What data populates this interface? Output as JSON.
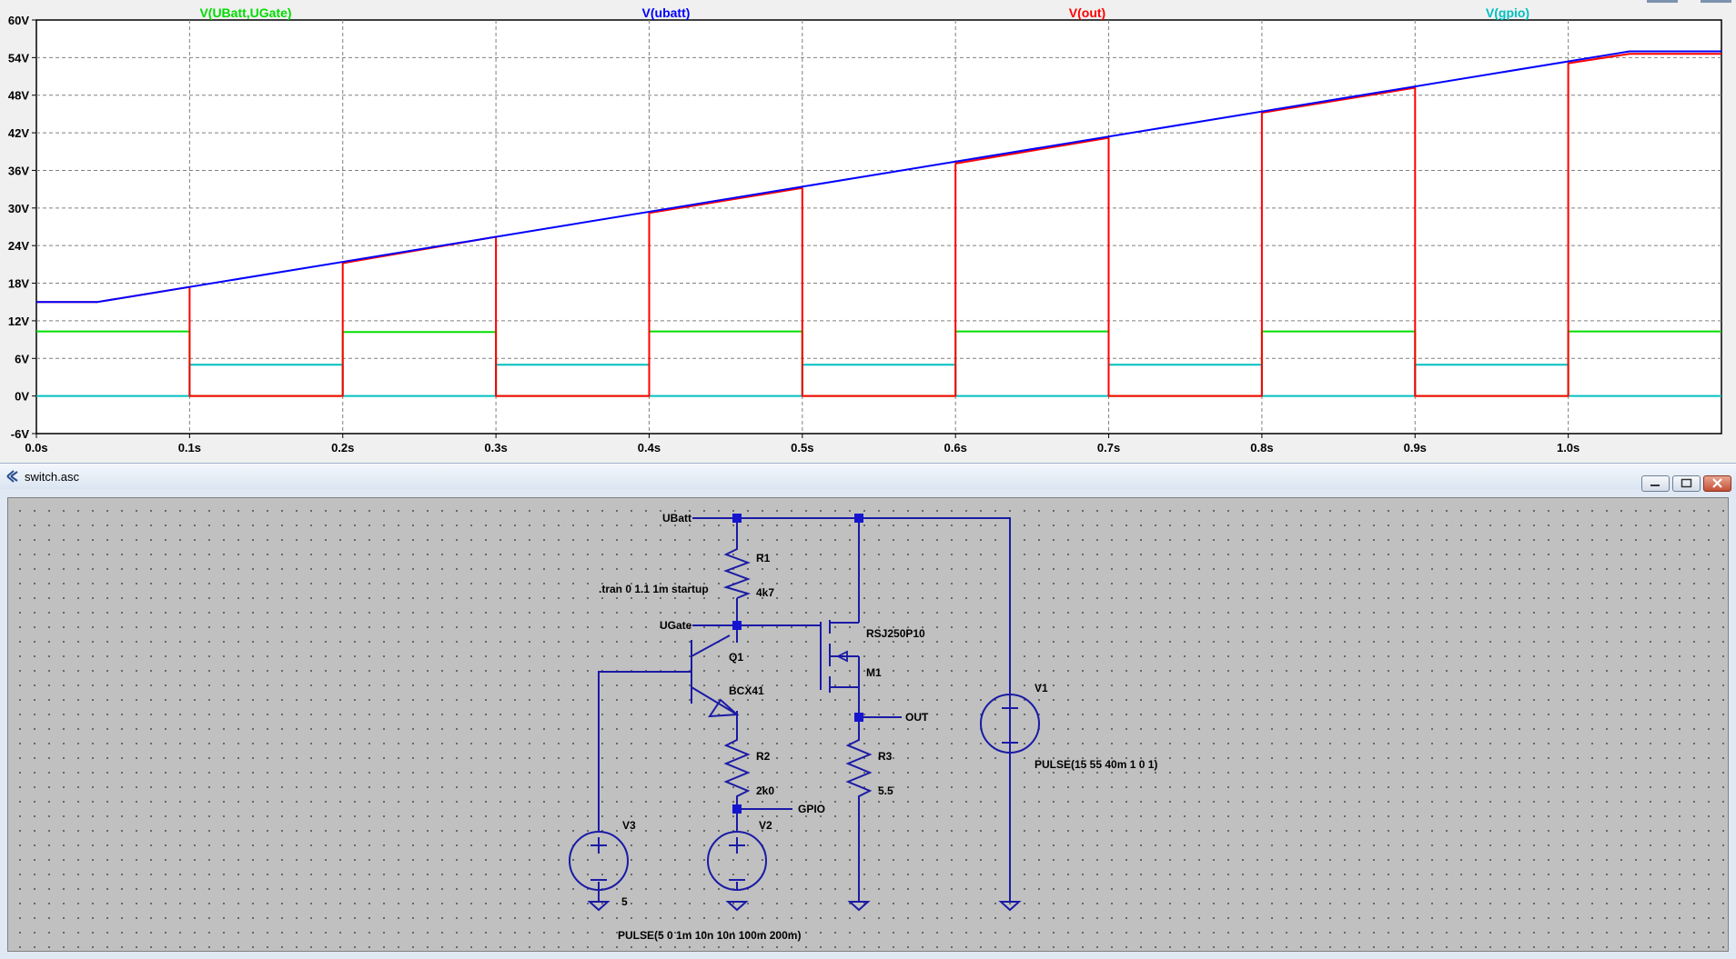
{
  "plot": {
    "traces": [
      {
        "expr": "V(UBatt,UGate)",
        "color": "#00dd00"
      },
      {
        "expr": "V(ubatt)",
        "color": "#0000ff"
      },
      {
        "expr": "V(out)",
        "color": "#ff0000"
      },
      {
        "expr": "V(gpio)",
        "color": "#00bfbf"
      }
    ],
    "y_ticks": [
      "60V",
      "54V",
      "48V",
      "42V",
      "36V",
      "30V",
      "24V",
      "18V",
      "12V",
      "6V",
      "0V",
      "-6V"
    ],
    "x_ticks": [
      "0.0s",
      "0.1s",
      "0.2s",
      "0.3s",
      "0.4s",
      "0.5s",
      "0.6s",
      "0.7s",
      "0.8s",
      "0.9s",
      "1.0s"
    ]
  },
  "chart_data": {
    "type": "line",
    "xlabel": "",
    "ylabel": "",
    "xlim": [
      0,
      1.1
    ],
    "ylim": [
      -6,
      60
    ],
    "grid": true,
    "legend": "top",
    "series": [
      {
        "name": "V(UBatt,UGate)",
        "color": "#00dd00",
        "x": [
          0,
          0.1,
          0.1,
          0.2,
          0.2,
          0.3,
          0.3,
          0.4,
          0.4,
          0.5,
          0.5,
          0.6,
          0.6,
          0.7,
          0.7,
          0.8,
          0.8,
          0.9,
          0.9,
          1.0,
          1.0,
          1.1
        ],
        "y": [
          10.3,
          10.3,
          0,
          0,
          10.2,
          10.2,
          0,
          0,
          10.3,
          10.3,
          0,
          0,
          10.3,
          10.3,
          0,
          0,
          10.3,
          10.3,
          0,
          0,
          10.3,
          10.3
        ]
      },
      {
        "name": "V(ubatt)",
        "color": "#0000ff",
        "x": [
          0,
          0.04,
          1.04,
          1.1
        ],
        "y": [
          15,
          15,
          55,
          55
        ]
      },
      {
        "name": "V(out)",
        "color": "#ff0000",
        "x": [
          0,
          0.04,
          0.1,
          0.1,
          0.2,
          0.2,
          0.3,
          0.3,
          0.4,
          0.4,
          0.5,
          0.5,
          0.6,
          0.6,
          0.7,
          0.7,
          0.8,
          0.8,
          0.9,
          0.9,
          1.0,
          1.0,
          1.04,
          1.1
        ],
        "y": [
          15,
          15,
          17.4,
          0,
          0,
          21.2,
          25.4,
          0,
          0,
          29.2,
          33.2,
          0,
          0,
          37.1,
          41.2,
          0,
          0,
          45.2,
          49.2,
          0,
          0,
          53.1,
          54.6,
          54.6
        ]
      },
      {
        "name": "V(gpio)",
        "color": "#00bfbf",
        "x": [
          0,
          0.1,
          0.1,
          0.2,
          0.2,
          0.3,
          0.3,
          0.4,
          0.4,
          0.5,
          0.5,
          0.6,
          0.6,
          0.7,
          0.7,
          0.8,
          0.8,
          0.9,
          0.9,
          1.0,
          1.0,
          1.1
        ],
        "y": [
          0,
          0,
          5,
          5,
          0,
          0,
          5,
          5,
          0,
          0,
          5,
          5,
          0,
          0,
          5,
          5,
          0,
          0,
          5,
          5,
          0,
          0
        ]
      }
    ]
  },
  "window": {
    "title": "switch.asc"
  },
  "schematic": {
    "net_ubatt": "UBatt",
    "net_ugate": "UGate",
    "net_out": "OUT",
    "net_gpio": "GPIO",
    "directive": ".tran 0 1.1 1m startup",
    "r1_name": "R1",
    "r1_value": "4k7",
    "r2_name": "R2",
    "r2_value": "2k0",
    "r3_name": "R3",
    "r3_value": "5.5",
    "q1_name": "Q1",
    "q1_model": "BCX41",
    "m1_name": "M1",
    "m1_model": "RSJ250P10",
    "v1_name": "V1",
    "v1_value": "PULSE(15 55 40m 1 0 1)",
    "v2_name": "V2",
    "v2_value": "PULSE(5 0 1m 10n 10n 100m 200m)",
    "v3_name": "V3",
    "v3_value": "5"
  }
}
